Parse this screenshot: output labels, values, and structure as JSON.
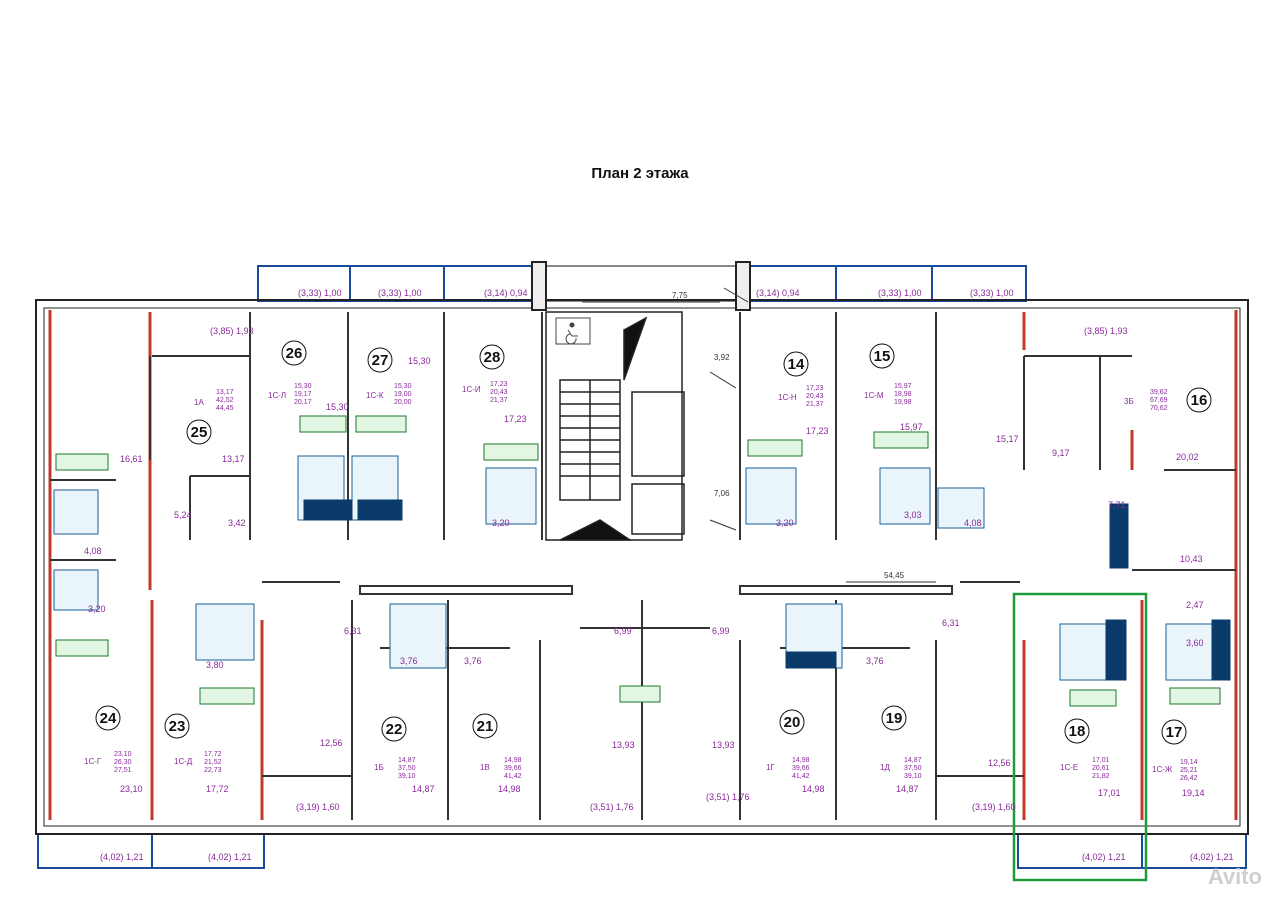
{
  "title": "План 2 этажа",
  "watermark": "Avito",
  "dimensions": {
    "top_center": "7,75",
    "stair_a": "3,92",
    "stair_b": "7,06",
    "corridor": "54,45"
  },
  "balconies_top": [
    {
      "text": "(3,33) 1,00"
    },
    {
      "text": "(3,33) 1,00"
    },
    {
      "text": "(3,14) 0,94"
    },
    {
      "text": "(3,14) 0,94"
    },
    {
      "text": "(3,33) 1,00"
    },
    {
      "text": "(3,33) 1,00"
    }
  ],
  "balconies_bottom": [
    {
      "text": "(4,02) 1,21"
    },
    {
      "text": "(4,02) 1,21"
    },
    {
      "text": "(3,19) 1,60"
    },
    {
      "text": "(3,51) 1,76"
    },
    {
      "text": "(3,51) 1,76"
    },
    {
      "text": "(3,19) 1,60"
    },
    {
      "text": "(4,02) 1,21"
    },
    {
      "text": "(4,02) 1,21"
    }
  ],
  "loggias_side": [
    {
      "text": "(3,85) 1,93"
    },
    {
      "text": "(3,85) 1,93"
    }
  ],
  "apartments": [
    {
      "num": "25",
      "code": "1А",
      "areas": [
        "13,17",
        "42,52",
        "44,45"
      ]
    },
    {
      "num": "26",
      "code": "1С-Л",
      "areas": [
        "15,30",
        "19,17",
        "20,17"
      ]
    },
    {
      "num": "27",
      "code": "1С-К",
      "areas": [
        "15,30",
        "19,00",
        "20,00"
      ]
    },
    {
      "num": "28",
      "code": "1С-И",
      "areas": [
        "17,23",
        "20,43",
        "21,37"
      ]
    },
    {
      "num": "14",
      "code": "1С-Н",
      "areas": [
        "17,23",
        "20,43",
        "21,37"
      ]
    },
    {
      "num": "15",
      "code": "1С-М",
      "areas": [
        "15,97",
        "18,98",
        "19,98"
      ]
    },
    {
      "num": "16",
      "code": "3Б",
      "areas": [
        "39,62",
        "67,69",
        "70,62"
      ]
    },
    {
      "num": "24",
      "code": "1С-Г",
      "areas": [
        "23,10",
        "26,30",
        "27,51"
      ]
    },
    {
      "num": "23",
      "code": "1С-Д",
      "areas": [
        "17,72",
        "21,52",
        "22,73"
      ]
    },
    {
      "num": "22",
      "code": "1Б",
      "areas": [
        "14,87",
        "37,50",
        "39,10"
      ]
    },
    {
      "num": "21",
      "code": "1В",
      "areas": [
        "14,98",
        "39,66",
        "41,42"
      ]
    },
    {
      "num": "20",
      "code": "1Г",
      "areas": [
        "14,98",
        "39,66",
        "41,42"
      ]
    },
    {
      "num": "19",
      "code": "1Д",
      "areas": [
        "14,87",
        "37,50",
        "39,10"
      ]
    },
    {
      "num": "18",
      "code": "1С-Е",
      "areas": [
        "17,01",
        "20,61",
        "21,82"
      ]
    },
    {
      "num": "17",
      "code": "1С-Ж",
      "areas": [
        "19,14",
        "25,21",
        "26,42"
      ]
    }
  ],
  "room_areas": [
    "16,61",
    "13,17",
    "5,24",
    "3,42",
    "4,08",
    "3,20",
    "15,30",
    "15,30",
    "17,23",
    "3,20",
    "17,23",
    "3,20",
    "15,97",
    "3,03",
    "4,08",
    "15,17",
    "9,17",
    "20,02",
    "7,71",
    "10,43",
    "6,31",
    "6,99",
    "6,99",
    "6,31",
    "2,47",
    "3,60",
    "3,80",
    "3,76",
    "3,76",
    "3,76",
    "12,56",
    "13,93",
    "13,93",
    "12,56",
    "23,10",
    "17,72",
    "14,87",
    "14,98",
    "14,98",
    "14,87",
    "17,01",
    "19,14"
  ]
}
